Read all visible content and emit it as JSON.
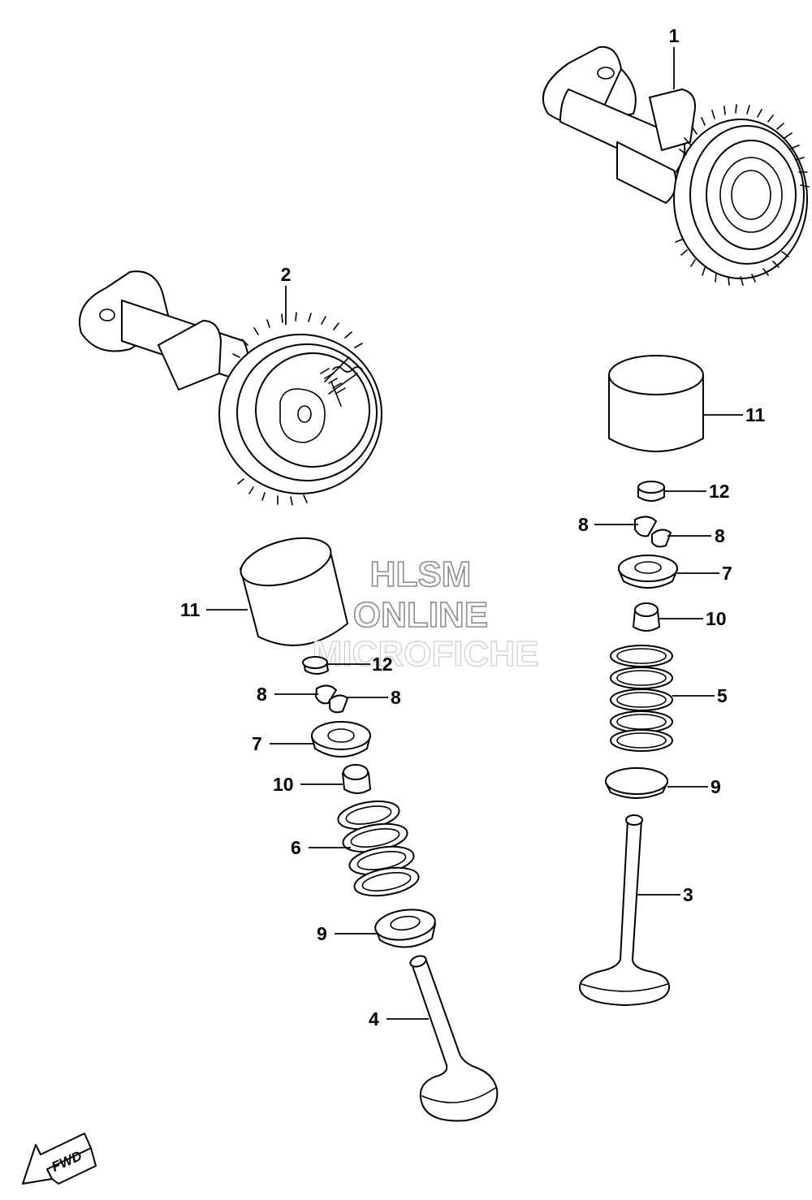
{
  "watermark": {
    "line1": "HLSM",
    "line2": "ONLINE",
    "line3": "MICROFICHE"
  },
  "fwd_label": "FWD",
  "callouts": {
    "c1": "1",
    "c2": "2",
    "c3": "3",
    "c4": "4",
    "c5": "5",
    "c6": "6",
    "c7a": "7",
    "c7b": "7",
    "c8a": "8",
    "c8b": "8",
    "c8c": "8",
    "c8d": "8",
    "c9a": "9",
    "c9b": "9",
    "c10a": "10",
    "c10b": "10",
    "c11a": "11",
    "c11b": "11",
    "c12a": "12",
    "c12b": "12"
  },
  "icons": {
    "fwd": "fwd-arrow-icon"
  }
}
